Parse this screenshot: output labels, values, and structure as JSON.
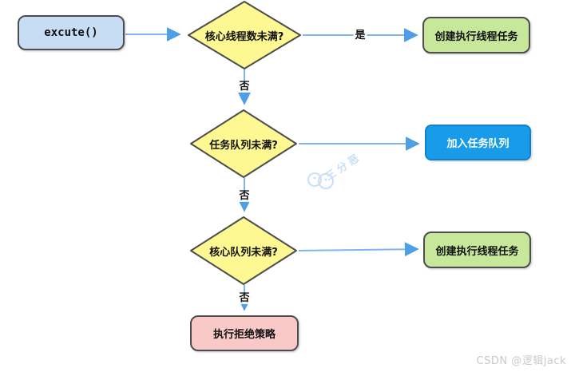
{
  "flow": {
    "start_label": "excute()",
    "decisions": [
      {
        "label": "核心线程数未满?"
      },
      {
        "label": "任务队列未满?"
      },
      {
        "label": "核心队列未满?"
      }
    ],
    "results": [
      {
        "label": "创建执行线程任务"
      },
      {
        "label": "加入任务队列"
      },
      {
        "label": "创建执行线程任务"
      },
      {
        "label": "执行拒绝策略"
      }
    ],
    "edge_labels": {
      "yes": "是",
      "no": "否"
    },
    "watermark_text": "三分恶",
    "credit_text": "CSDN @逻辑jack"
  },
  "colors": {
    "node_border": "#4d4d4d",
    "start_fill": "#c6ddf4",
    "diamond_fill": "#fdf892",
    "success_fill": "#c7e79b",
    "info_fill": "#189be9",
    "info_border": "#0f82cc",
    "danger_fill": "#f9c9c7",
    "arrow_line": "#7fb5ec",
    "arrow_head": "#4f9fe6",
    "watermark": "#c9dff7",
    "credit": "#c9c9c9"
  }
}
